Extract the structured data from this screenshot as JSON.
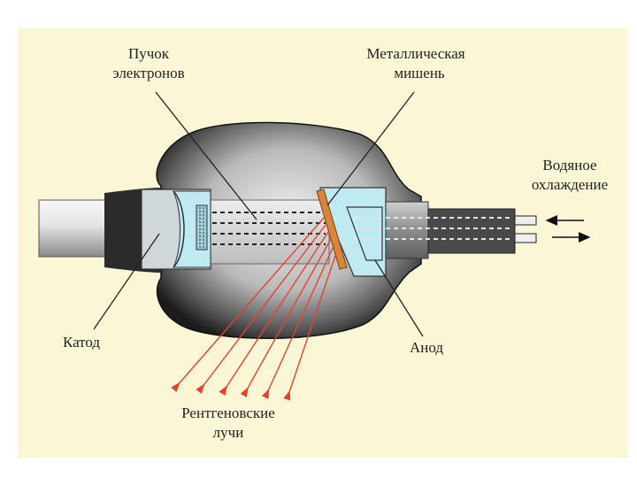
{
  "labels": {
    "beam_line1": "Пучок",
    "beam_line2": "электронов",
    "target_line1": "Металлическая",
    "target_line2": "мишень",
    "cooling_line1": "Водяное",
    "cooling_line2": "охлаждение",
    "cathode": "Катод",
    "anode": "Анод",
    "rays_line1": "Рентгеновские",
    "rays_line2": "лучи"
  },
  "colors": {
    "background_panel": "#fbf7d6",
    "tube_dark": "#2a2a2a",
    "glass_blue": "#bfeaf2",
    "target": "#d9863a",
    "rays": "#e4432c",
    "leader_lines": "#222222"
  }
}
